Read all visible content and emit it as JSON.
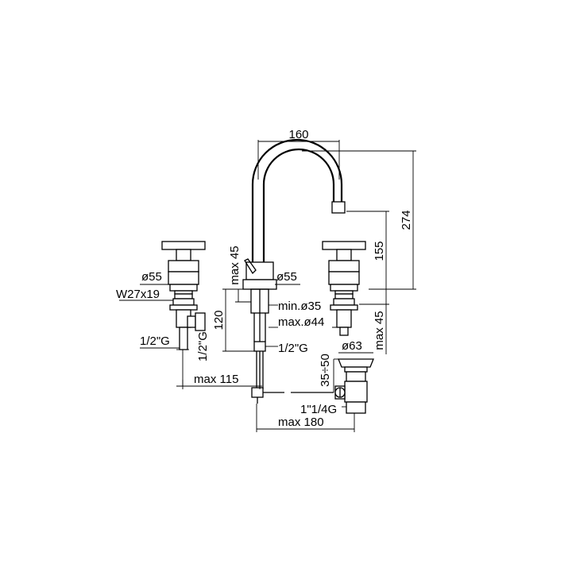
{
  "dimensions": {
    "spout_reach": "160",
    "total_height": "274",
    "spout_height": "155",
    "deck_max_left": "max 45",
    "deck_max_right": "max 45",
    "spout_base_dia": "ø55",
    "handle_base_dia": "ø55",
    "handle_thread": "W27x19",
    "hole_min": "min.ø35",
    "hole_max": "max.ø44",
    "under_deck": "120",
    "inlet_left_h": "1/2\"G",
    "inlet_left_v": "1/2\"G",
    "inlet_spout": "1/2\"G",
    "waste_head_dia": "ø63",
    "waste_range": "35÷50",
    "waste_thread": "1\"1/4G",
    "max_115": "max 115",
    "max_180": "max 180"
  }
}
